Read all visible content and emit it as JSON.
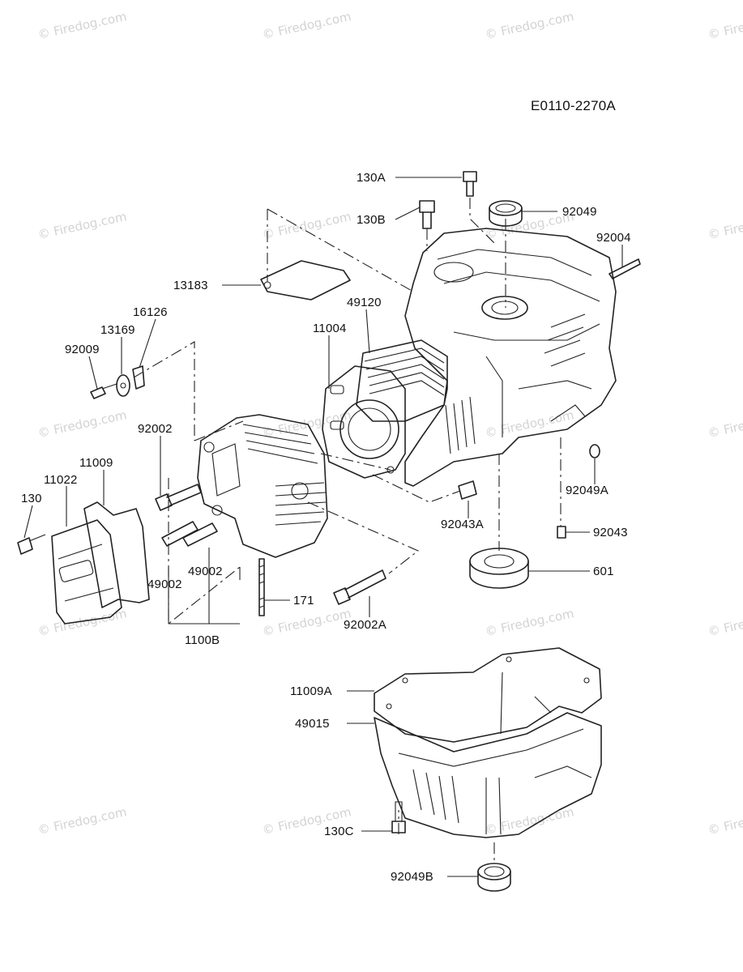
{
  "diagram_code": "E0110-2270A",
  "watermark_text": "© Firedog.com",
  "part_labels": {
    "p130A": "130A",
    "p130B": "130B",
    "p92049": "92049",
    "p92004": "92004",
    "p13183": "13183",
    "p49120": "49120",
    "p11004": "11004",
    "p16126": "16126",
    "p13169": "13169",
    "p92009": "92009",
    "p92002": "92002",
    "p11009": "11009",
    "p11022": "11022",
    "p130": "130",
    "p49002a": "49002",
    "p49002b": "49002",
    "p1100B": "1100B",
    "p171": "171",
    "p92002A": "92002A",
    "p92043A": "92043A",
    "p92049A": "92049A",
    "p92043": "92043",
    "p601": "601",
    "p11009A": "11009A",
    "p49015": "49015",
    "p130C": "130C",
    "p92049B": "92049B"
  }
}
